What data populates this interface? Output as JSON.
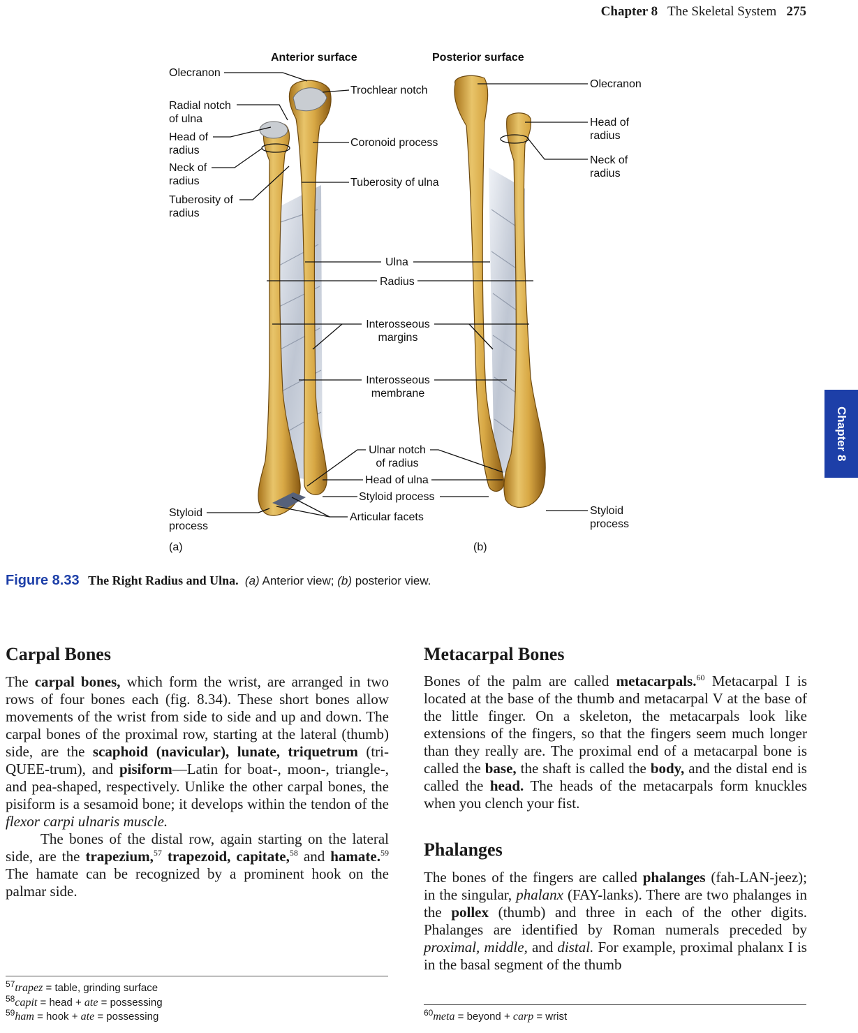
{
  "header": {
    "chapter": "Chapter 8",
    "title": "The Skeletal System",
    "page": "275"
  },
  "side_tab": "Chapter 8",
  "figure": {
    "anterior_title": "Anterior surface",
    "posterior_title": "Posterior surface",
    "panel_a": "(a)",
    "panel_b": "(b)",
    "left_labels": {
      "olecranon": "Olecranon",
      "radial_notch": [
        "Radial notch",
        "of ulna"
      ],
      "head_radius": [
        "Head of",
        "radius"
      ],
      "neck_radius": [
        "Neck of",
        "radius"
      ],
      "tuberosity_radius": [
        "Tuberosity of",
        "radius"
      ],
      "styloid": [
        "Styloid",
        "process"
      ]
    },
    "center_labels": {
      "trochlear_notch": "Trochlear notch",
      "coronoid": "Coronoid process",
      "tuberosity_ulna": "Tuberosity of ulna",
      "ulna": "Ulna",
      "radius": "Radius",
      "interosseous_margins": [
        "Interosseous",
        "margins"
      ],
      "interosseous_membrane": [
        "Interosseous",
        "membrane"
      ],
      "ulnar_notch": [
        "Ulnar notch",
        "of radius"
      ],
      "head_ulna": "Head of ulna",
      "styloid_process": "Styloid process",
      "articular_facets": "Articular facets"
    },
    "right_labels": {
      "olecranon": "Olecranon",
      "head_radius": [
        "Head of",
        "radius"
      ],
      "neck_radius": [
        "Neck of",
        "radius"
      ],
      "styloid": [
        "Styloid",
        "process"
      ]
    }
  },
  "caption": {
    "number": "Figure 8.33",
    "title": "The Right Radius and Ulna.",
    "a": "(a)",
    "a_text": "Anterior view;",
    "b": "(b)",
    "b_text": "posterior view."
  },
  "carpal": {
    "heading": "Carpal Bones",
    "p1": [
      {
        "t": "The "
      },
      {
        "t": "carpal bones,",
        "b": true
      },
      {
        "t": " which form the wrist, are arranged in two rows of four bones each (fig. 8.34). These short bones allow movements of the wrist from side to side and up and down. The carpal bones of the proximal row, starting at the lateral (thumb) side, are the "
      },
      {
        "t": "scaphoid (navicular), lunate, triquetrum",
        "b": true
      },
      {
        "t": " (tri-QUEE-trum), and "
      },
      {
        "t": "pisiform",
        "b": true
      },
      {
        "t": "—Latin for boat-, moon-, triangle-, and pea-shaped, respectively. Unlike the other carpal bones, the pisiform is a sesamoid bone; it develops within the tendon of the "
      },
      {
        "t": "flexor carpi ulnaris",
        "i": true
      },
      {
        "t": " "
      },
      {
        "t": "muscle.",
        "i": true
      }
    ],
    "p2": [
      {
        "t": "The bones of the distal row, again starting on the lateral side, are the "
      },
      {
        "t": "trapezium,",
        "b": true
      },
      {
        "t": "57",
        "sup": true
      },
      {
        "t": " "
      },
      {
        "t": "trapezoid, capitate,",
        "b": true
      },
      {
        "t": "58",
        "sup": true
      },
      {
        "t": " and "
      },
      {
        "t": "hamate.",
        "b": true
      },
      {
        "t": "59",
        "sup": true
      },
      {
        "t": " The hamate can be recognized by a prominent hook on the palmar side."
      }
    ]
  },
  "metacarpal": {
    "heading": "Metacarpal Bones",
    "p1": [
      {
        "t": "Bones of the palm are called "
      },
      {
        "t": "metacarpals.",
        "b": true
      },
      {
        "t": "60",
        "sup": true
      },
      {
        "t": " Metacarpal I is located at the base of the thumb and metacarpal V at the base of the little finger. On a skeleton, the metacarpals look like extensions of the fingers, so that the fingers seem much longer than they really are. The proximal end of a metacarpal bone is called the "
      },
      {
        "t": "base,",
        "b": true
      },
      {
        "t": " the shaft is called the "
      },
      {
        "t": "body,",
        "b": true
      },
      {
        "t": " and the distal end is called the "
      },
      {
        "t": "head.",
        "b": true
      },
      {
        "t": " The heads of the metacarpals form knuckles when you clench your fist."
      }
    ]
  },
  "phalanges": {
    "heading": "Phalanges",
    "p1": [
      {
        "t": "The bones of the fingers are called "
      },
      {
        "t": "phalanges",
        "b": true
      },
      {
        "t": " (fah-LAN-jeez); in the singular, "
      },
      {
        "t": "phalanx",
        "i": true
      },
      {
        "t": " (FAY-lanks). There are two phalanges in the "
      },
      {
        "t": "pollex",
        "b": true
      },
      {
        "t": " (thumb) and three in each of the other digits. Phalanges are identified by Roman numerals preceded by "
      },
      {
        "t": "proximal, middle,",
        "i": true
      },
      {
        "t": " and "
      },
      {
        "t": "distal.",
        "i": true
      },
      {
        "t": " For example, proximal phalanx I is in the basal segment of the thumb"
      }
    ]
  },
  "footnotes_left": [
    {
      "num": "57",
      "term": "trapez",
      "eq": " = table, grinding surface"
    },
    {
      "num": "58",
      "term": "capit",
      "eq": " = head + ",
      "term2": "ate",
      "eq2": " = possessing"
    },
    {
      "num": "59",
      "term": "ham",
      "eq": " = hook + ",
      "term2": "ate",
      "eq2": " = possessing"
    }
  ],
  "footnotes_right": [
    {
      "num": "60",
      "term": "meta",
      "eq": " = beyond + ",
      "term2": "carp",
      "eq2": " = wrist"
    }
  ]
}
